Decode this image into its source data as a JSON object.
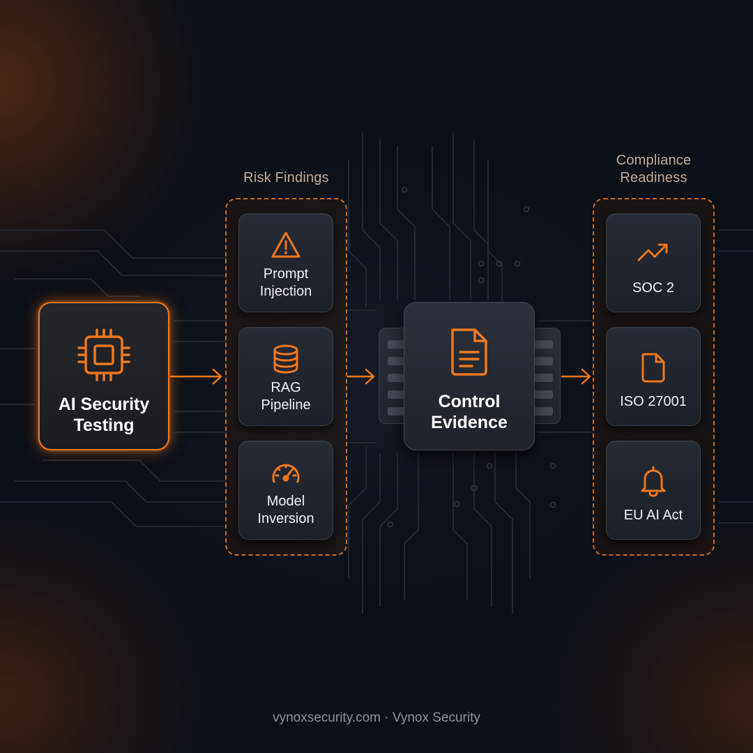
{
  "accent_color": "#f0781e",
  "background_color": "#0b0f17",
  "source": {
    "label_line1": "AI Security",
    "label_line2": "Testing",
    "icon": "cpu-chip-icon"
  },
  "risk_findings": {
    "title": "Risk Findings",
    "items": [
      {
        "line1": "Prompt",
        "line2": "Injection",
        "icon": "warning-triangle-icon"
      },
      {
        "line1": "RAG",
        "line2": "Pipeline",
        "icon": "database-icon"
      },
      {
        "line1": "Model",
        "line2": "Inversion",
        "icon": "gauge-icon"
      }
    ]
  },
  "evidence": {
    "label_line1": "Control",
    "label_line2": "Evidence",
    "icon": "document-icon"
  },
  "compliance": {
    "title_line1": "Compliance",
    "title_line2": "Readiness",
    "items": [
      {
        "label": "SOC 2",
        "icon": "trending-up-icon"
      },
      {
        "label": "ISO 27001",
        "icon": "file-icon"
      },
      {
        "label": "EU AI Act",
        "icon": "bell-icon"
      }
    ]
  },
  "footer": "vynoxsecurity.com · Vynox Security"
}
